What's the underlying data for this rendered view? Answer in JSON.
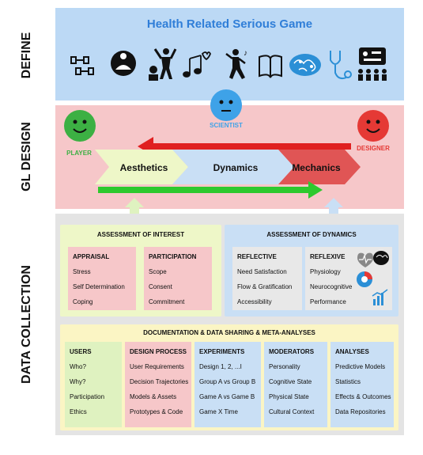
{
  "side_labels": {
    "define": "DEFINE",
    "gl_design": "GL DESIGN",
    "data_collection": "DATA COLLECTION"
  },
  "define": {
    "title": "Health Related Serious Game",
    "icons": [
      "dumbbell-icon",
      "meditation-icon",
      "exercise-icon",
      "music-icon",
      "dance-icon",
      "book-icon",
      "brain-icon",
      "stethoscope-icon",
      "group-screen-icon"
    ]
  },
  "gl_design": {
    "scientist": "SCIENTIST",
    "player": "PLAYER",
    "designer": "DESIGNER",
    "stages": [
      "Aesthetics",
      "Dynamics",
      "Mechanics"
    ],
    "colors": {
      "face_green": "#3cb043",
      "face_red": "#e53935",
      "face_blue": "#3ea2e8",
      "arrow_red": "#e02020",
      "arrow_green": "#2ec92e"
    }
  },
  "data_collection": {
    "interest": {
      "title": "ASSESSMENT OF INTEREST",
      "appraisal": {
        "title": "APPRAISAL",
        "items": [
          "Stress",
          "Self Determination",
          "Coping"
        ]
      },
      "participation": {
        "title": "PARTICIPATION",
        "items": [
          "Scope",
          "Consent",
          "Commitment"
        ]
      }
    },
    "dynamics": {
      "title": "ASSESSMENT OF DYNAMICS",
      "reflective": {
        "title": "REFLECTIVE",
        "items": [
          "Need Satisfaction",
          "Flow & Gratification",
          "Accessibility"
        ]
      },
      "reflexive": {
        "title": "REFLEXIVE",
        "items": [
          "Physiology",
          "Neurocognitive",
          "Performance"
        ]
      }
    },
    "documentation": {
      "title": "DOCUMENTATION & DATA SHARING & META-ANALYSES",
      "columns": [
        {
          "title": "USERS",
          "items": [
            "Who?",
            "Why?",
            "Participation",
            "Ethics"
          ]
        },
        {
          "title": "DESIGN PROCESS",
          "items": [
            "User Requirements",
            "Decision Trajectories",
            "Models & Assets",
            "Prototypes & Code"
          ]
        },
        {
          "title": "EXPERIMENTS",
          "items": [
            "Design 1, 2, ...I",
            "Group A vs Group B",
            "Game A vs Game B",
            "Game X Time"
          ]
        },
        {
          "title": "MODERATORS",
          "items": [
            "Personality",
            "Cognitive State",
            "Physical State",
            "Cultural Context"
          ]
        },
        {
          "title": "ANALYSES",
          "items": [
            "Predictive Models",
            "Statistics",
            "Effects & Outcomes",
            "Data Repositories"
          ]
        }
      ]
    }
  }
}
